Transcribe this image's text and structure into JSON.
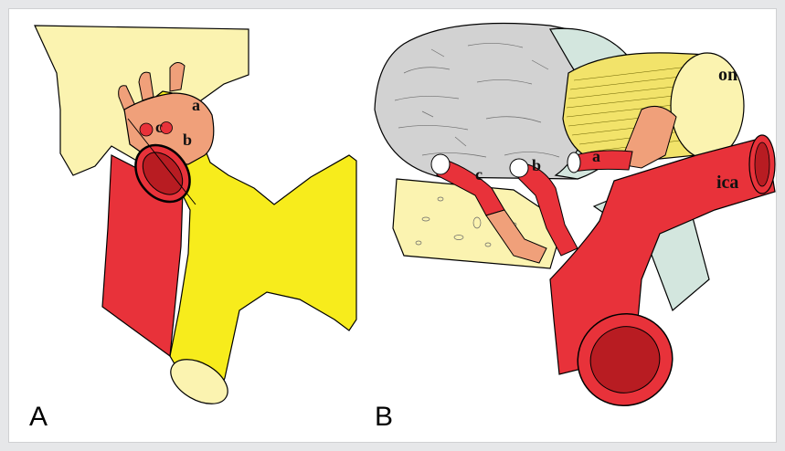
{
  "figure": {
    "panels": [
      {
        "letter": "A",
        "labels": {
          "a": "a",
          "b": "b",
          "c": "c"
        }
      },
      {
        "letter": "B",
        "labels": {
          "on": "on",
          "ica": "ica",
          "a": "a",
          "b": "b",
          "c": "c"
        }
      }
    ],
    "colors": {
      "artery": "#e8323a",
      "artery_lumen": "#b81c22",
      "branch_pale": "#f0a07a",
      "nerve_yellow": "#f7ec1c",
      "pale_yellow": "#fbf3b0",
      "bone_gray": "#d2d2d2",
      "dura_green": "#d3e6de",
      "outline": "#000000"
    }
  }
}
